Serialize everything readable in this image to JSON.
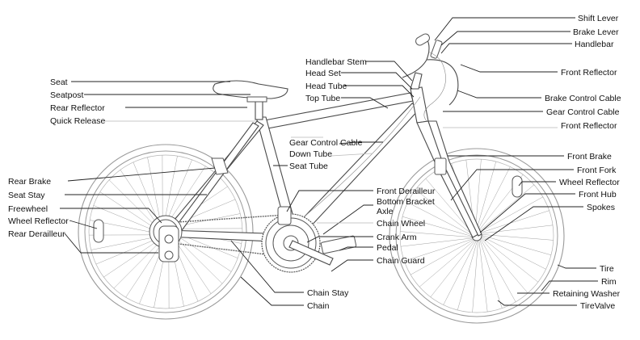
{
  "labels": {
    "left": {
      "seat": "Seat",
      "seatpost": "Seatpost",
      "rear_reflector": "Rear Reflector",
      "quick_release": "Quick Release",
      "rear_brake": "Rear Brake",
      "seat_stay": "Seat Stay",
      "freewheel": "Freewheel",
      "wheel_reflector": "Wheel Reflector",
      "rear_derailleur": "Rear Derailleur"
    },
    "top_center": {
      "handlebar_stem": "Handlebar Stem",
      "head_set": "Head Set",
      "head_tube": "Head Tube",
      "top_tube": "Top Tube"
    },
    "middle": {
      "gear_control_cable": "Gear Control Cable",
      "down_tube": "Down Tube",
      "seat_tube": "Seat Tube"
    },
    "crank_area": {
      "front_derailleur": "Front Derailleur",
      "bottom_bracket": "Bottom Bracket",
      "axle": "Axle",
      "chain_wheel": "Chain Wheel",
      "crank_arm": "Crank Arm",
      "pedal": "Pedal",
      "chain_guard": "Chain Guard"
    },
    "bottom_center": {
      "chain_stay": "Chain Stay",
      "chain": "Chain"
    },
    "right": {
      "shift_lever": "Shift Lever",
      "brake_lever": "Brake Lever",
      "handlebar": "Handlebar",
      "front_reflector_top": "Front Reflector",
      "brake_control_cable": "Brake Control Cable",
      "gear_control_cable": "Gear Control Cable",
      "front_reflector_mid": "Front Reflector",
      "front_brake": "Front Brake",
      "front_fork": "Front Fork",
      "wheel_reflector": "Wheel Reflector",
      "front_hub": "Front Hub",
      "spokes": "Spokes",
      "tire": "Tire",
      "rim": "Rim",
      "retaining_washer": "Retaining Washer",
      "tire_valve": "TireValve"
    }
  }
}
